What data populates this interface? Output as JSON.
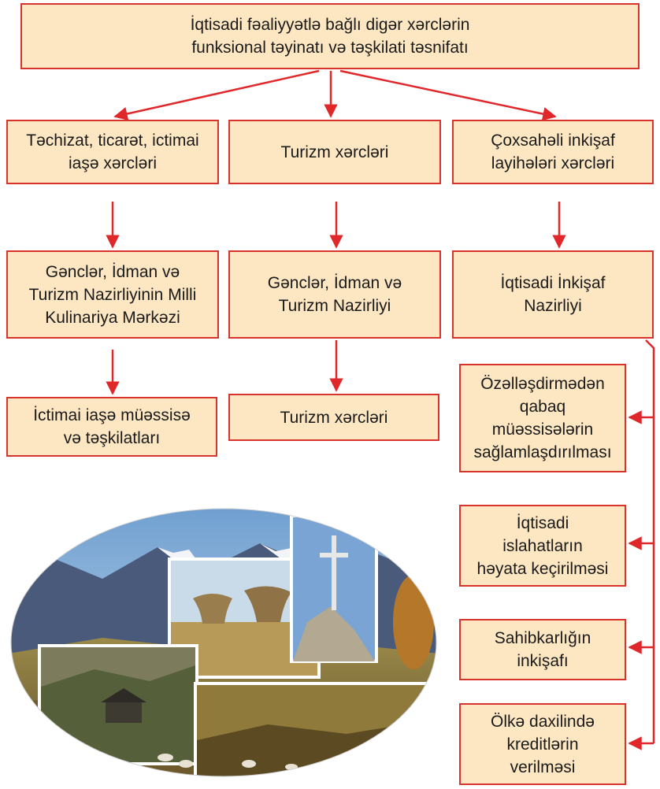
{
  "title_box": "İqtisadi fəaliyyətlə bağlı digər xərclərin\nfunksional təyinatı və təşkilati təsnifatı",
  "columns": [
    {
      "category": "Təchizat, ticarət, ictimai\niaşə xərcləri",
      "agency": "Gənclər, İdman və\nTurizm Nazirliyinin Milli\nKulinariya Mərkəzi",
      "result": "İctimai iaşə müəssisə\nvə təşkilatları"
    },
    {
      "category": "Turizm xərcləri",
      "agency": "Gənclər, İdman və\nTurizm Nazirliyi",
      "result": "Turizm xərcləri"
    },
    {
      "category": "Çoxsahəli inkişaf\nlayihələri xərcləri",
      "agency": "İqtisadi İnkişaf\nNazirliyi"
    }
  ],
  "right_items": [
    "Özəlləşdirmədən\nqabaq\nmüəssisələrin\nsağlamlaşdırılması",
    "İqtisadi\nislahatların\nhəyata keçirilməsi",
    "Sahibkarlığın\ninkişafı",
    "Ölkə daxilində\nkreditlərin\nverilməsi"
  ],
  "colors": {
    "box_fill": "#fde7c3",
    "border": "#d8332c",
    "arrow": "#e0282b"
  }
}
